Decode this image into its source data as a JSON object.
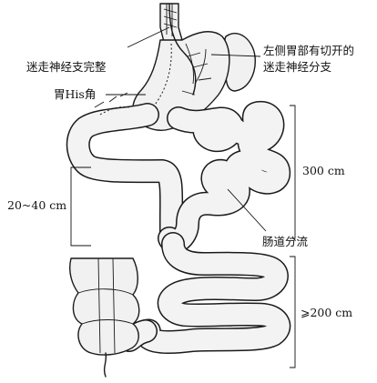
{
  "labels": {
    "vagus_intact": "迷走神经支完整",
    "his_angle": "胃His角",
    "left_gastric_line1": "左侧胃部有切开的",
    "left_gastric_line2": "迷走神经分支",
    "length_300": "300 cm",
    "length_20_40": "20~40 cm",
    "intestinal_diversion": "肠道分流",
    "length_200": "⩾200 cm"
  }
}
